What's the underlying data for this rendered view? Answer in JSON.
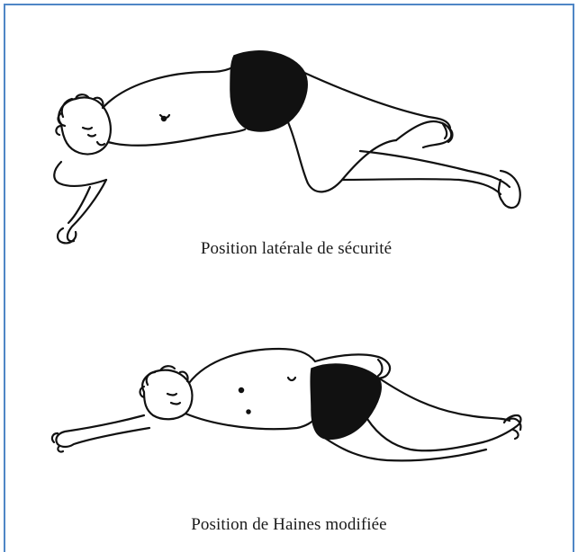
{
  "figures": [
    {
      "caption": "Position latérale de sécurité",
      "icon": "recovery-position-figure"
    },
    {
      "caption": "Position de Haines modifiée",
      "icon": "haines-position-figure"
    }
  ],
  "colors": {
    "frame_border": "#4f86c6",
    "line_art": "#111111",
    "caption_text": "#1a1a1a"
  }
}
